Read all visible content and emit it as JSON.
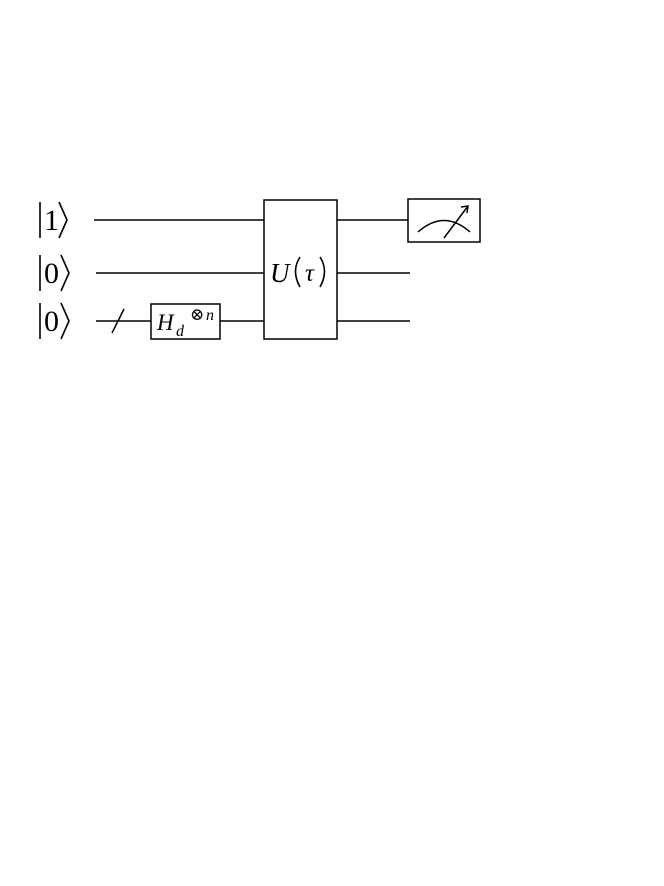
{
  "inputs": [
    {
      "digit": "1"
    },
    {
      "digit": "0"
    },
    {
      "digit": "0"
    }
  ],
  "hadamard_gate": {
    "symbol": "H",
    "subscript": "d",
    "superscript_op": "⊗",
    "superscript_var": "n"
  },
  "unitary_gate": {
    "symbol": "U",
    "argument": "τ"
  },
  "measurement": {
    "icon": "meter-icon"
  },
  "colors": {
    "stroke": "#000000",
    "background": "#ffffff"
  }
}
